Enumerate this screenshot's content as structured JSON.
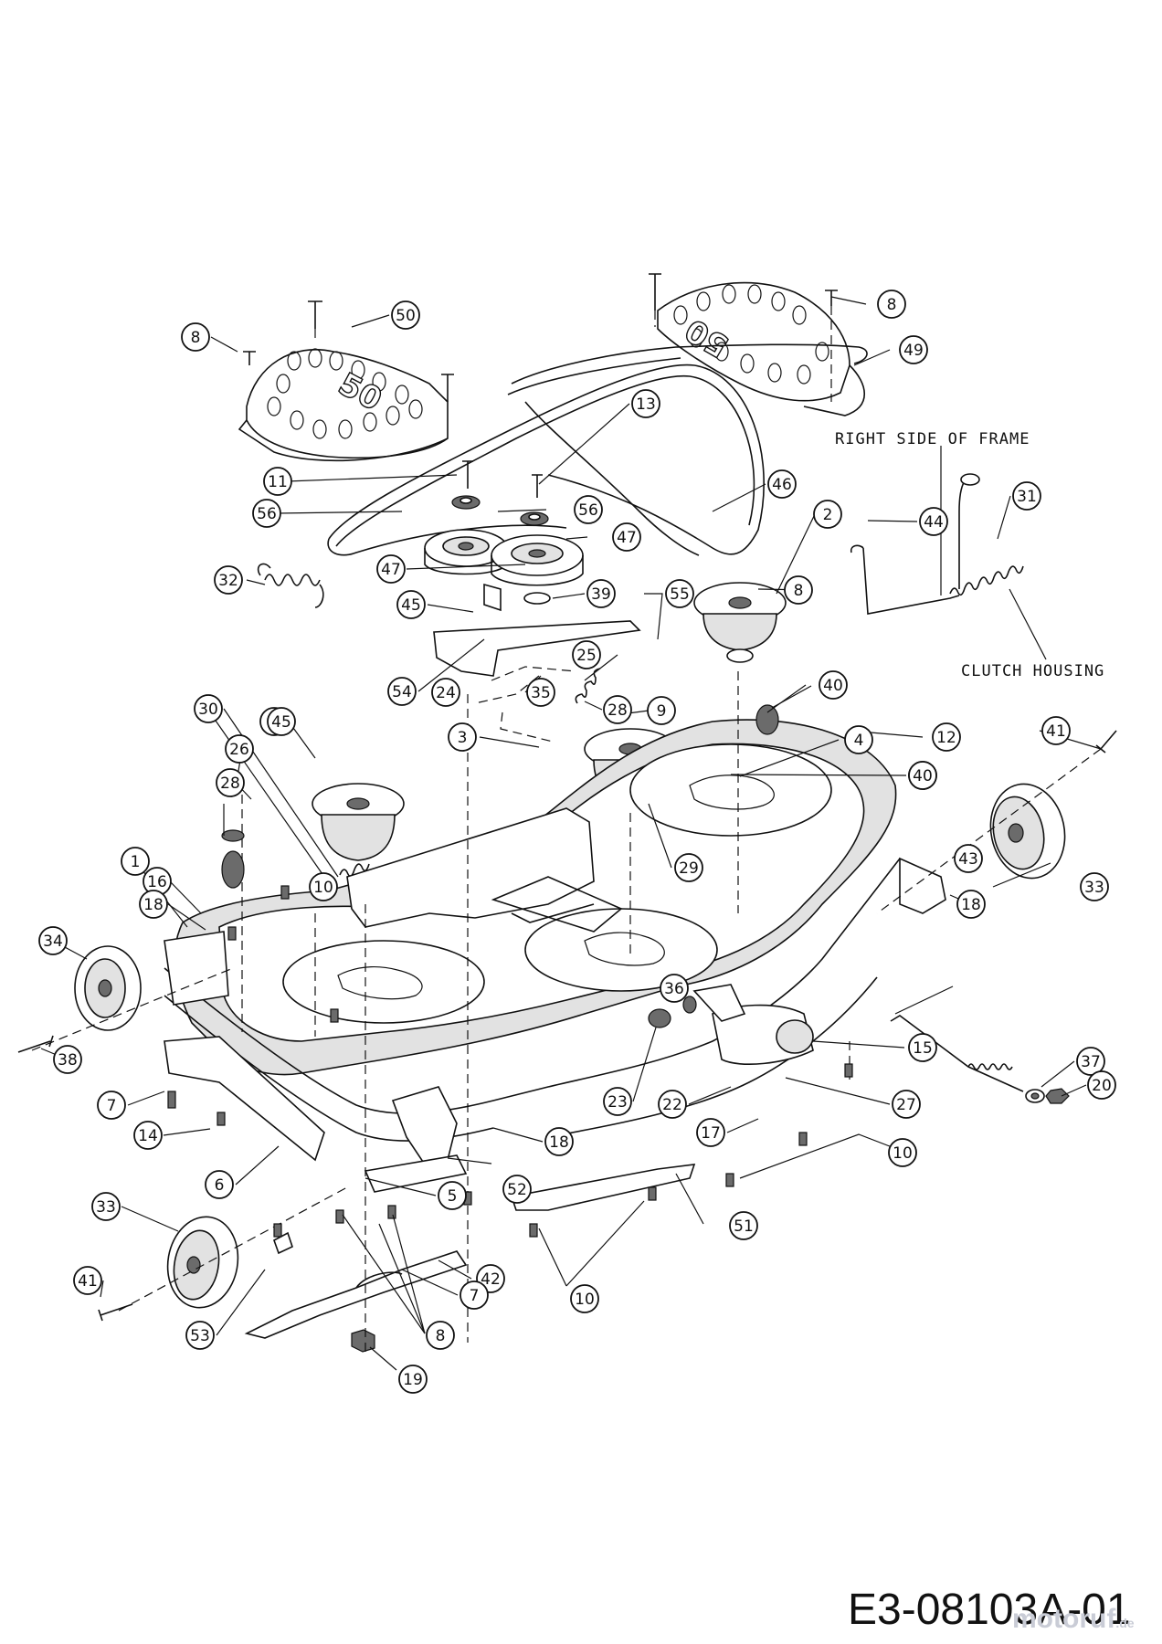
{
  "drawing_code": "E3-08103A-01",
  "watermark": "motoruf",
  "watermark_suffix": ".de",
  "notes": {
    "right_side_of_frame": "RIGHT SIDE OF FRAME",
    "clutch_housing": "CLUTCH HOUSING"
  },
  "shield_text": "50",
  "callouts": [
    "8",
    "50",
    "8",
    "49",
    "13",
    "11",
    "46",
    "31",
    "56",
    "56",
    "47",
    "2",
    "47",
    "44",
    "8",
    "32",
    "39",
    "55",
    "45",
    "25",
    "54",
    "24",
    "35",
    "28",
    "40",
    "9",
    "3",
    "12",
    "4",
    "41",
    "30",
    "2",
    "45",
    "21",
    "26",
    "40",
    "29",
    "28",
    "1",
    "10",
    "33",
    "16",
    "18",
    "18",
    "34",
    "36",
    "43",
    "38",
    "15",
    "37",
    "20",
    "7",
    "23",
    "22",
    "27",
    "14",
    "17",
    "18",
    "52",
    "10",
    "6",
    "5",
    "51",
    "33",
    "42",
    "10",
    "41",
    "7",
    "8",
    "53",
    "19"
  ],
  "icons": {
    "callout": "circle-callout-icon",
    "bolt": "bolt-icon",
    "pulley": "pulley-icon",
    "wheel": "gauge-wheel-icon",
    "spring": "spring-icon",
    "blade": "blade-icon"
  }
}
